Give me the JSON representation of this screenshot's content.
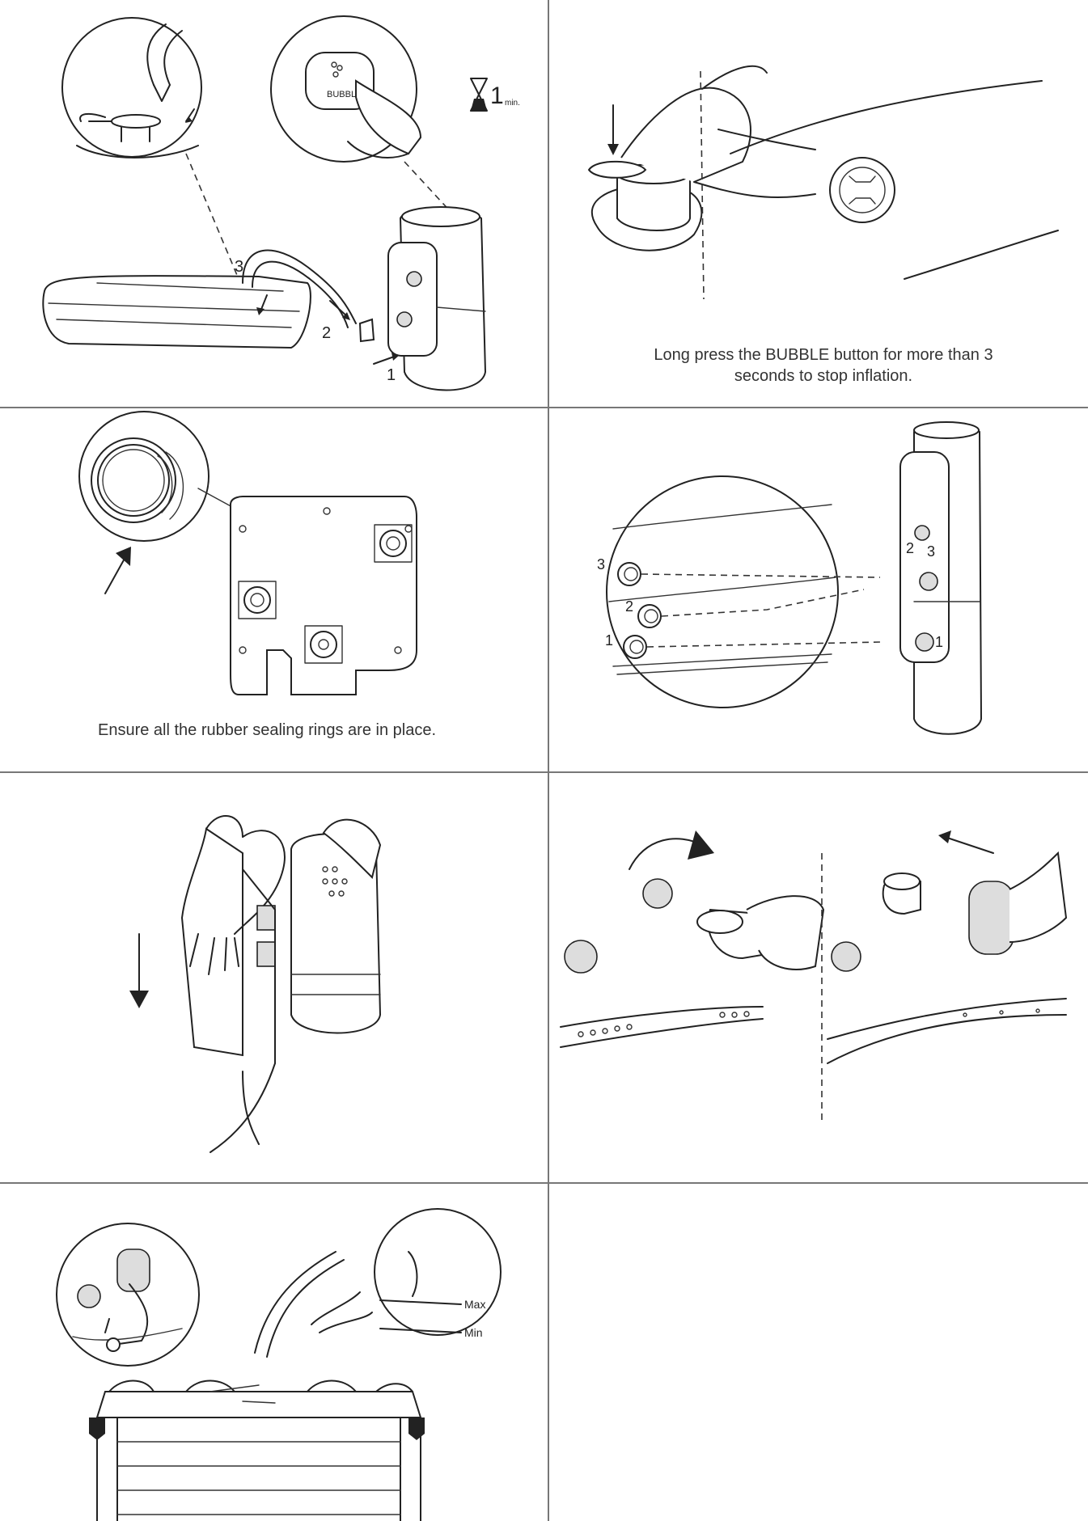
{
  "panels": {
    "inflate": {
      "hourglass_value": "1",
      "hourglass_unit": "min.",
      "button_label": "BUBBLE",
      "step_labels": [
        "1",
        "2",
        "3"
      ]
    },
    "stop": {
      "caption_line1": "Long press the BUBBLE button for more than 3",
      "caption_line2": "seconds to stop inflation."
    },
    "seals": {
      "caption": "Ensure all the rubber sealing rings are in place."
    },
    "connect": {
      "left_labels": [
        "3",
        "2",
        "1"
      ],
      "right_labels": [
        "3",
        "2",
        "1"
      ]
    },
    "attach": {},
    "filter": {},
    "fill": {
      "max_label": "Max",
      "min_label": "Min"
    }
  },
  "icons": [
    "arrow-icon",
    "hourglass-icon",
    "hand-icon",
    "magnifier-circle-icon"
  ]
}
